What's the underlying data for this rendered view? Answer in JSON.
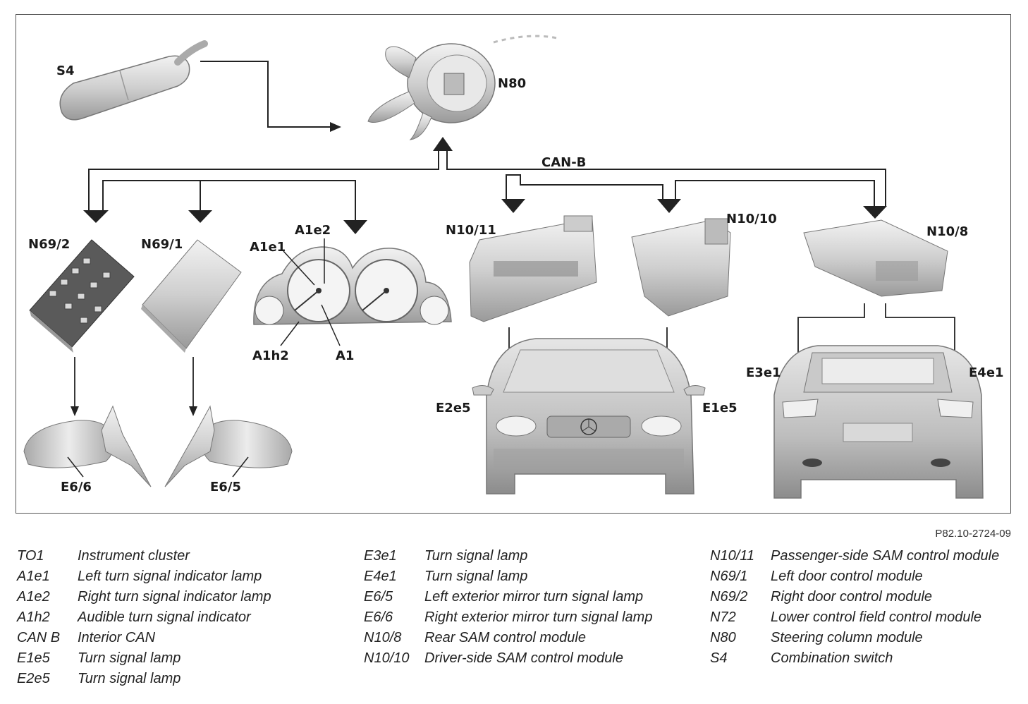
{
  "diagram": {
    "bus_label": "CAN-B",
    "labels": {
      "s4": "S4",
      "n80": "N80",
      "n69_2": "N69/2",
      "n69_1": "N69/1",
      "a1e2": "A1e2",
      "a1e1": "A1e1",
      "a1h2": "A1h2",
      "a1": "A1",
      "n10_11": "N10/11",
      "n10_10": "N10/10",
      "n10_8": "N10/8",
      "e2e5": "E2e5",
      "e1e5": "E1e5",
      "e3e1": "E3e1",
      "e4e1": "E4e1",
      "e6_6": "E6/6",
      "e6_5": "E6/5"
    },
    "reference": "P82.10-2724-09"
  },
  "legend": {
    "col1": [
      {
        "code": "TO1",
        "desc": "Instrument cluster"
      },
      {
        "code": "A1e1",
        "desc": "Left turn signal indicator lamp"
      },
      {
        "code": "A1e2",
        "desc": "Right turn signal indicator lamp"
      },
      {
        "code": "A1h2",
        "desc": "Audible turn signal indicator"
      },
      {
        "code": "CAN B",
        "desc": "Interior CAN"
      },
      {
        "code": "E1e5",
        "desc": "Turn signal lamp"
      },
      {
        "code": "E2e5",
        "desc": "Turn signal lamp"
      }
    ],
    "col2": [
      {
        "code": "E3e1",
        "desc": "Turn signal lamp"
      },
      {
        "code": "E4e1",
        "desc": "Turn signal lamp"
      },
      {
        "code": "E6/5",
        "desc": "Left exterior mirror turn signal lamp"
      },
      {
        "code": "E6/6",
        "desc": "Right exterior mirror turn signal lamp"
      },
      {
        "code": "N10/8",
        "desc": "Rear SAM control module"
      },
      {
        "code": "N10/10",
        "desc": "Driver-side SAM control module"
      }
    ],
    "col3": [
      {
        "code": "N10/11",
        "desc": "Passenger-side SAM control module"
      },
      {
        "code": "N69/1",
        "desc": "Left door control module"
      },
      {
        "code": "N69/2",
        "desc": "Right door control module"
      },
      {
        "code": "N72",
        "desc": "Lower control field control module"
      },
      {
        "code": "N80",
        "desc": "Steering column module"
      },
      {
        "code": "S4",
        "desc": "Combination switch"
      }
    ]
  }
}
